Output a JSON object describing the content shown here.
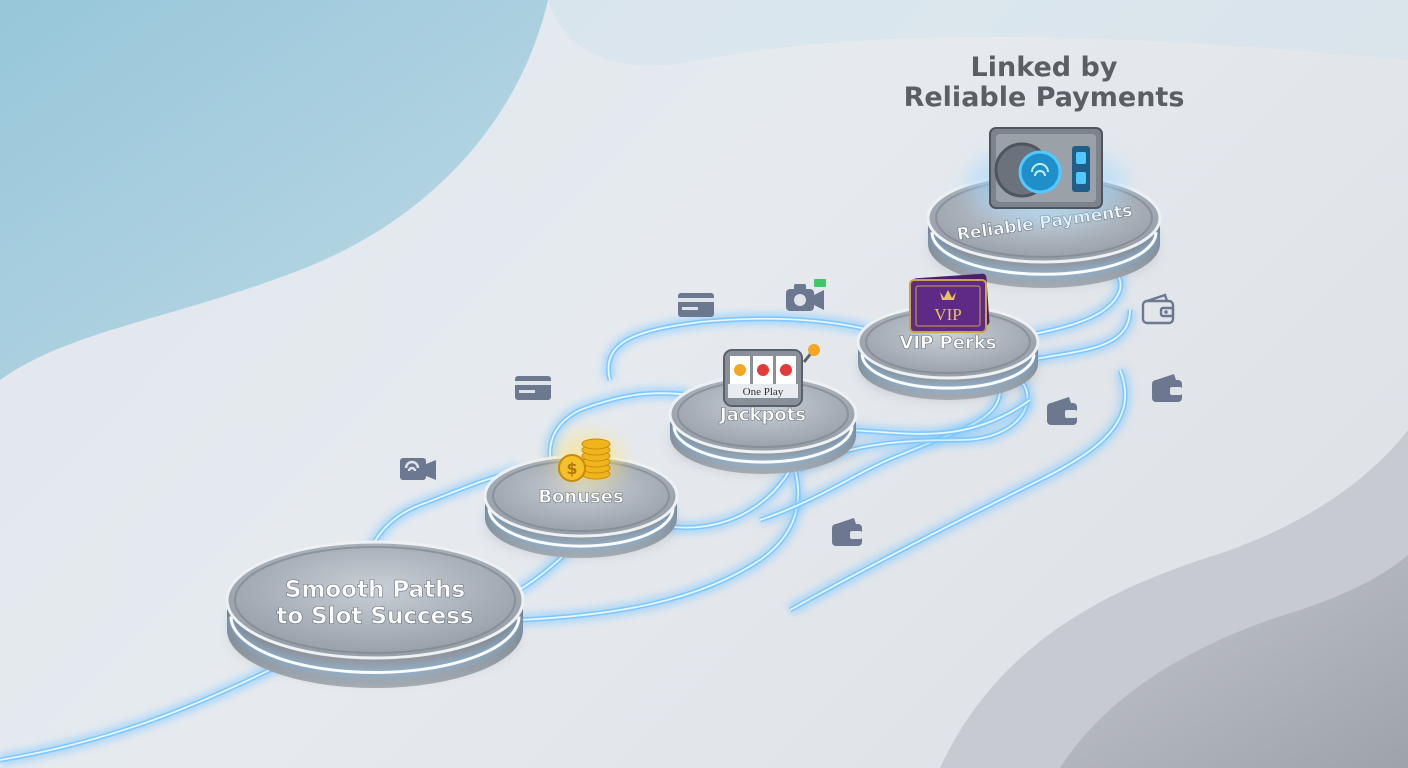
{
  "headline": {
    "line1": "Linked by",
    "line2": "Reliable Payments"
  },
  "platforms": {
    "start": {
      "line1": "Smooth Paths",
      "line2": "to Slot Success"
    },
    "bonuses": {
      "label": "Bonuses"
    },
    "jackpots": {
      "label": "Jackpots",
      "reel_label": "One Play"
    },
    "vip": {
      "label": "VIP Perks",
      "card_text": "VIP"
    },
    "payments": {
      "label": "Reliable Payments"
    }
  },
  "icons": [
    "card-icon",
    "wallet-icon",
    "camera-icon",
    "contactless-icon",
    "coin-stack-icon",
    "slot-machine-icon",
    "vip-card-icon",
    "vault-icon"
  ],
  "colors": {
    "glow": "#7fc8ff",
    "glow_core": "#e8f6ff",
    "platform": "#a9b1ba",
    "text": "#ffffff",
    "headline": "#5a5f66",
    "icon": "#6b7890"
  }
}
